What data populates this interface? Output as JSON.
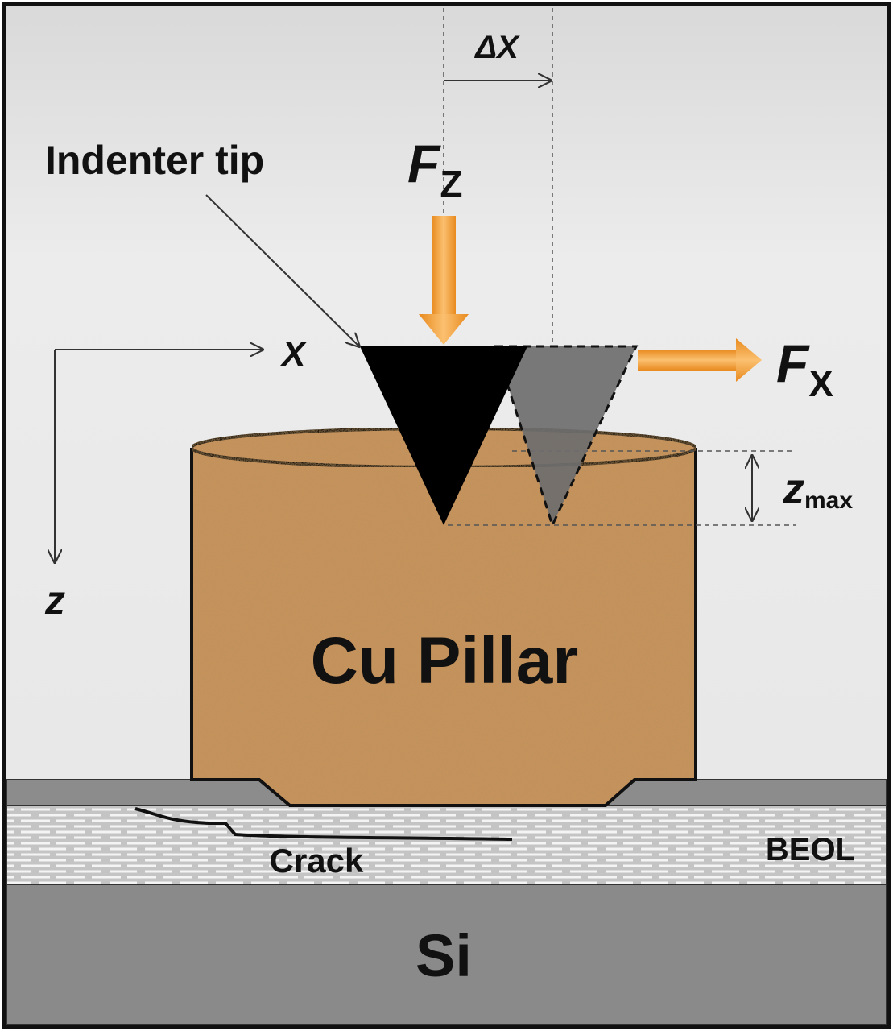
{
  "labels": {
    "delta_x": "ΔX",
    "indenter_tip": "Indenter tip",
    "fz_main": "F",
    "fz_sub": "Z",
    "fx_main": "F",
    "fx_sub": "X",
    "axis_x": "X",
    "axis_z": "z",
    "zmax_main": "z",
    "zmax_sub": "max",
    "pillar": "Cu Pillar",
    "crack": "Crack",
    "beol": "BEOL",
    "si": "Si"
  },
  "colors": {
    "background": "#e8e8e8",
    "pillar": "#c8935c",
    "arrow_orange": "#f2a03a",
    "tip_dark": "#000000",
    "tip_shifted": "#6e6e6e",
    "passivation": "#8c8c8c",
    "beol": "#bdbdbd",
    "silicon": "#8a8a8a"
  }
}
